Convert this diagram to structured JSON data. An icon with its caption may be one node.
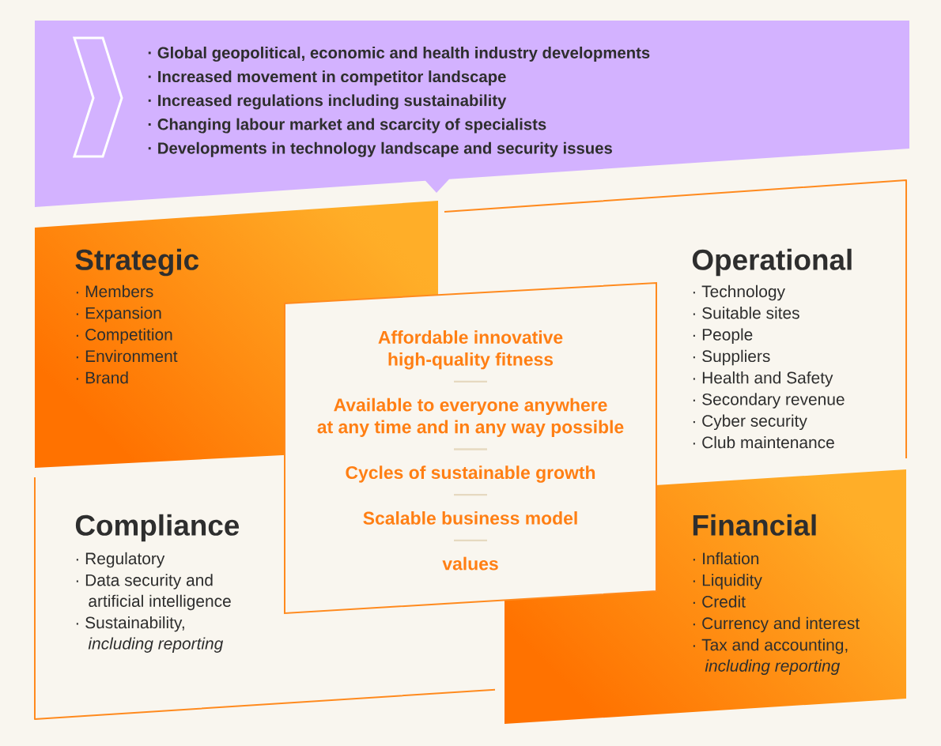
{
  "diagram": {
    "nodes": [
      {
        "text": [
          "· Global geopolitical, economic and health industry developments",
          "· Increased movement in competitor landscape",
          "· Increased regulations including sustainability",
          "· Changing labour market and scarcity of specialists",
          "· Developments in technology landscape and security issues"
        ]
      },
      {
        "text": [
          "Strategic",
          "· Members",
          "· Expansion",
          "· Competition",
          "· Environment",
          "· Brand"
        ]
      },
      {
        "text": [
          "Operational",
          "· Technology",
          "· Suitable sites",
          "· People",
          "· Suppliers",
          "· Health and Safety",
          "· Secondary revenue",
          "· Cyber security",
          "· Club maintenance"
        ]
      },
      {
        "text": [
          "Affordable innovative high-quality fitness",
          "Available to everyone anywhere at any time and in any way possible",
          "Cycles of sustainable growth",
          "Scalable business model",
          "values"
        ]
      },
      {
        "text": [
          "Compliance",
          "· Regulatory",
          "· Data security and artificial intelligence",
          "· Sustainability, *including reporting*"
        ]
      },
      {
        "text": [
          "Financial",
          "· Inflation",
          "· Liquidity",
          "· Credit",
          "· Currency and interest",
          "· Tax and accounting, *including reporting*"
        ]
      }
    ]
  }
}
